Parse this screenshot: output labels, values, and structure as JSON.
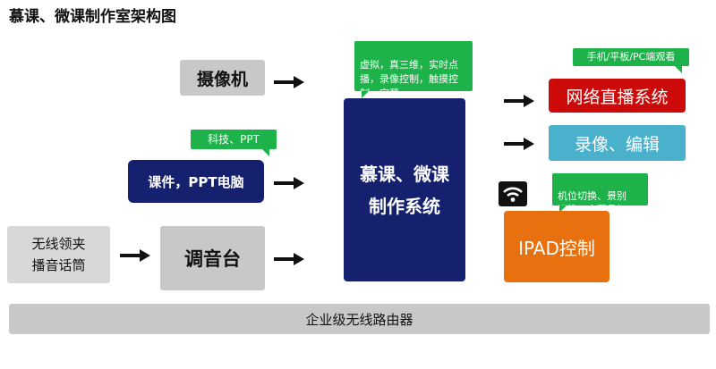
{
  "title": "慕课、微课制作室架构图",
  "inputs": {
    "camera": "摄像机",
    "computer": "课件，PPT电脑",
    "computer_note": "科技、PPT",
    "mic": "无线领夹\n播音话筒",
    "mixer": "调音台"
  },
  "center": {
    "label": "慕课、微课\n制作系统",
    "note": "虚拟，真三维，实时点\n播，录像控制，触摸控\n制，字幕"
  },
  "outputs": {
    "live": "网络直播系统",
    "live_note": "手机/平板/PC端观看",
    "record": "录像、编辑",
    "ipad": "IPAD控制",
    "ipad_note": "机位切换、景别\n切换，字幕叠加"
  },
  "network": "企业级无线路由器",
  "colors": {
    "navy": "#15216e",
    "red": "#cc0a0a",
    "teal": "#4ab1cc",
    "orange": "#e8700e",
    "green": "#1eb24a",
    "gray": "#c8c8c8"
  },
  "icons": {
    "arrow": "right-arrow-icon",
    "wifi": "wifi-icon"
  }
}
